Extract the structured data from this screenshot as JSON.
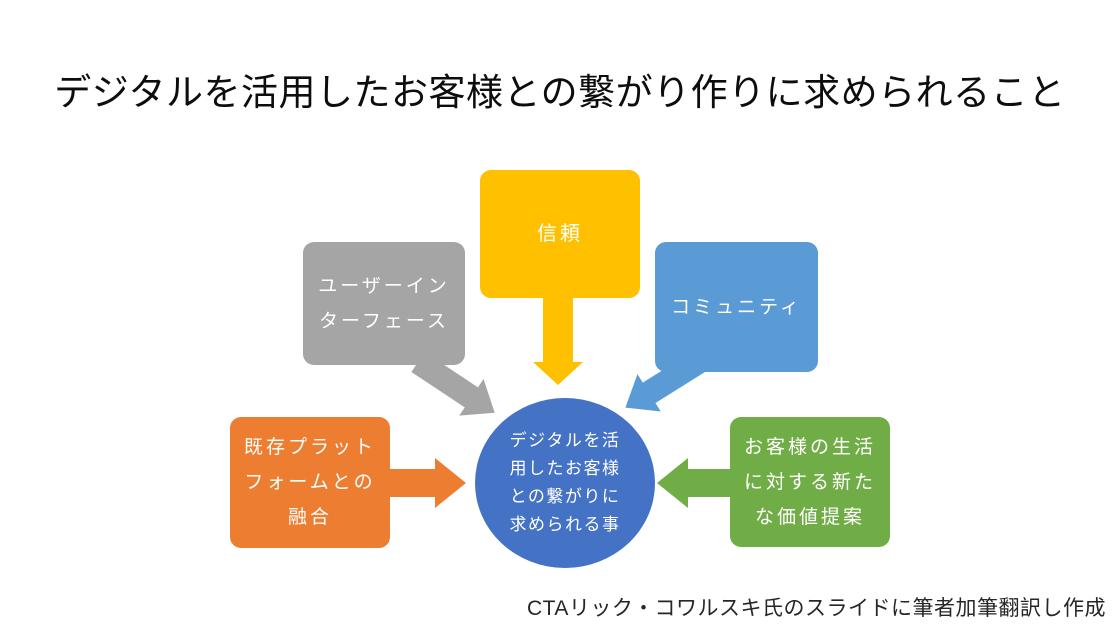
{
  "slide": {
    "title": "デジタルを活用したお客様との繋がり作りに求められること",
    "caption": "CTAリック・コワルスキ氏のスライドに筆者加筆翻訳し作成",
    "background": "#FFFFFF",
    "text_color_on_shapes": "#FFFFFF"
  },
  "diagram": {
    "center": {
      "label": "デジタルを活用したお客様との繋がりに求められる事",
      "lines": [
        "デジタルを活",
        "用したお客様",
        "との繋がりに",
        "求められる事"
      ],
      "color": "#4472C4",
      "shape": "ellipse"
    },
    "nodes": [
      {
        "id": "trust",
        "label": "信頼",
        "lines": [
          "信頼"
        ],
        "color": "#FFC000",
        "arrow_direction": "down"
      },
      {
        "id": "user-interface",
        "label": "ユーザーインターフェース",
        "lines": [
          "ユーザーイン",
          "ターフェース"
        ],
        "color": "#A5A5A5",
        "arrow_direction": "down-right"
      },
      {
        "id": "community",
        "label": "コミュニティ",
        "lines": [
          "コミュニティ"
        ],
        "color": "#5B9BD5",
        "arrow_direction": "down-left"
      },
      {
        "id": "platform-integration",
        "label": "既存プラットフォームとの融合",
        "lines": [
          "既存プラット",
          "フォームとの",
          "融合"
        ],
        "color": "#ED7D31",
        "arrow_direction": "right"
      },
      {
        "id": "value-proposition",
        "label": "お客様の生活に対する新たな価値提案",
        "lines": [
          "お客様の生活",
          "に対する新た",
          "な価値提案"
        ],
        "color": "#70AD47",
        "arrow_direction": "left"
      }
    ]
  }
}
